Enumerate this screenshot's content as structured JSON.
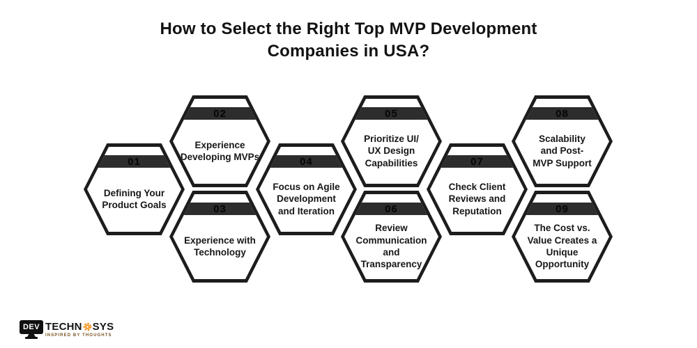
{
  "title": [
    "How to Select the Right Top MVP Development",
    "Companies in USA?"
  ],
  "steps": [
    {
      "number": "01",
      "label": [
        "Defining Your",
        "Product Goals"
      ]
    },
    {
      "number": "02",
      "label": [
        "Experience",
        "Developing MVPs"
      ]
    },
    {
      "number": "03",
      "label": [
        "Experience with",
        "Technology"
      ]
    },
    {
      "number": "04",
      "label": [
        "Focus on Agile",
        "Development",
        "and Iteration"
      ]
    },
    {
      "number": "05",
      "label": [
        "Prioritize UI/",
        "UX Design",
        "Capabilities"
      ]
    },
    {
      "number": "06",
      "label": [
        "Review",
        "Communication",
        "and",
        "Transparency"
      ]
    },
    {
      "number": "07",
      "label": [
        "Check Client",
        "Reviews and",
        "Reputation"
      ]
    },
    {
      "number": "08",
      "label": [
        "Scalability",
        "and Post-",
        "MVP Support"
      ]
    },
    {
      "number": "09",
      "label": [
        "The Cost vs.",
        "Value Creates a",
        "Unique",
        "Opportunity"
      ]
    }
  ],
  "logo": {
    "monitor_text": "DEV",
    "brand_prefix": "TECHN",
    "brand_suffix": "SYS",
    "tagline": "INSPIRED BY THOUGHTS",
    "gear_icon": "gear-icon"
  },
  "colors": {
    "background": "#ffffff",
    "hexagon_border": "#1d1d1d",
    "number_band": "#2d2d2d",
    "number_text": "#050505",
    "title_text": "#121212",
    "logo_accent_orange": "#f7941e"
  }
}
